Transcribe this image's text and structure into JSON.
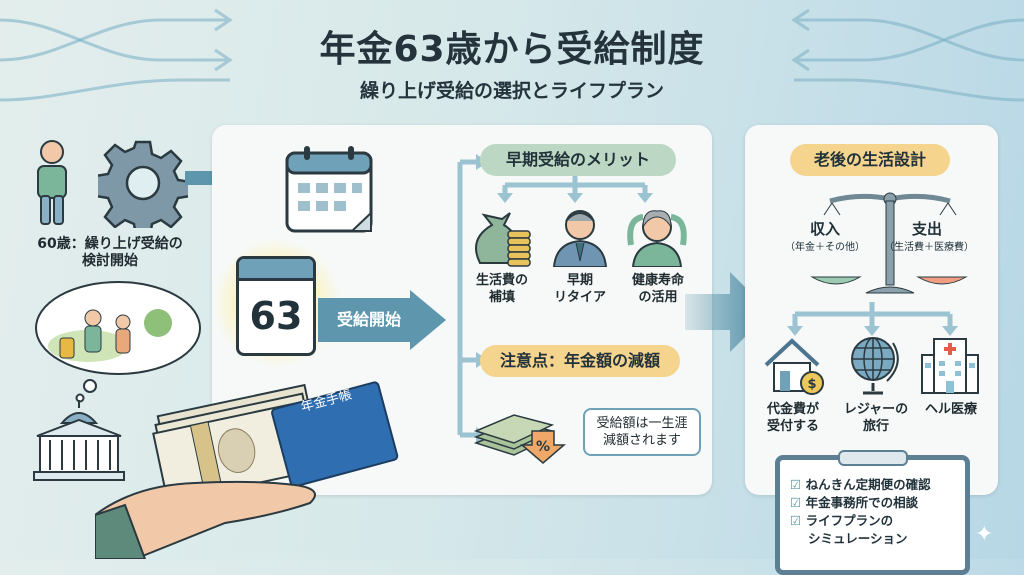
{
  "title": "年金63歳から受給制度",
  "subtitle": "繰り上げ受給の選択とライフプラン",
  "left": {
    "caption_line1": "60歳：繰り上げ受給の",
    "caption_line2": "検討開始",
    "passbook_label": "年金手帳"
  },
  "middle": {
    "calendar_number": "63",
    "start_label": "受給開始",
    "merits": {
      "heading": "早期受給のメリット",
      "items": [
        {
          "line1": "生活費の",
          "line2": "補填"
        },
        {
          "line1": "早期",
          "line2": "リタイア"
        },
        {
          "line1": "健康寿命",
          "line2": "の活用"
        }
      ]
    },
    "caution": {
      "heading": "注意点：年金額の減額",
      "percent_symbol": "%",
      "bubble_line1": "受給額は一生涯",
      "bubble_line2": "減額されます"
    }
  },
  "right": {
    "heading": "老後の生活設計",
    "income_label": "収入",
    "income_detail": "（年金＋その他）",
    "expense_label": "支出",
    "expense_detail": "（生活費＋医療費）",
    "dollar_symbol": "$",
    "items": [
      {
        "line1": "代金費が",
        "line2": "受付する"
      },
      {
        "line1": "レジャーの",
        "line2": "旅行"
      },
      {
        "line1": "ヘル医療",
        "line2": ""
      }
    ],
    "checklist": [
      "ねんきん定期便の確認",
      "年金事務所での相談",
      "ライフプランの",
      "シミュレーション"
    ]
  },
  "colors": {
    "green_pill": "#bcd8c4",
    "orange_pill": "#f5d48e",
    "teal_arrow": "#5e97ad",
    "panel": "#f6f9f8"
  }
}
